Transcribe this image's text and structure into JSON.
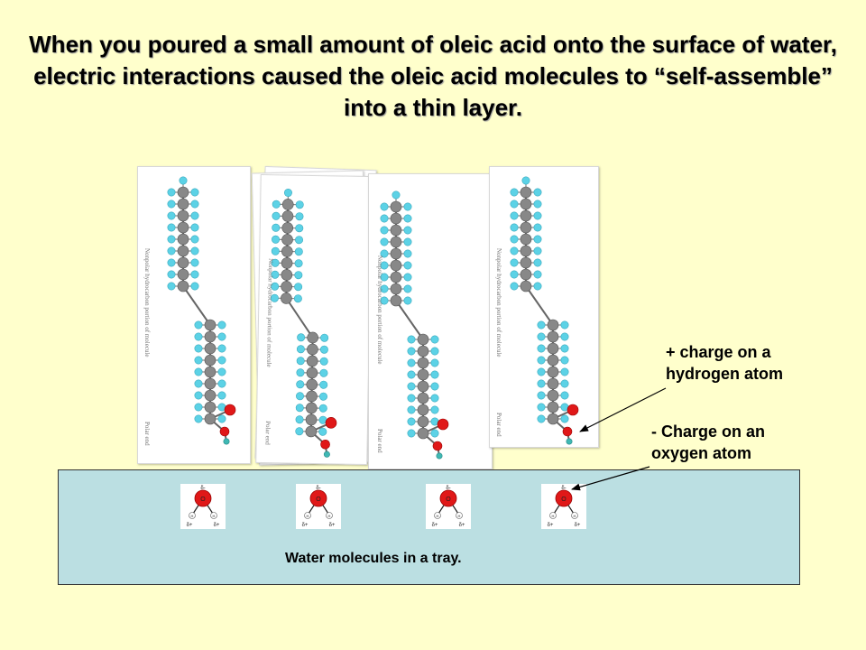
{
  "title": "When you poured a small amount of oleic acid onto the surface of water, electric interactions caused the oleic acid molecules to “self-assemble” into a thin layer.",
  "molecule_card": {
    "side_label": "Nonpolar hydrocarbon portion of molecule",
    "end_label": "Polar end"
  },
  "annotations": {
    "hydrogen": "+ charge on a\nhydrogen atom",
    "oxygen": "- Charge on an\noxygen atom"
  },
  "water": {
    "caption": "Water molecules in a tray.",
    "oxygen_symbol": "O",
    "hydrogen_symbol": "H",
    "delta_minus": "δ-",
    "delta_plus": "δ+"
  },
  "colors": {
    "background": "#ffffcc",
    "tray": "#bbdfe2",
    "hydrogen_atom": "#5cd2e6",
    "carbon_atom": "#888888",
    "oxygen_atom": "#e01818"
  }
}
